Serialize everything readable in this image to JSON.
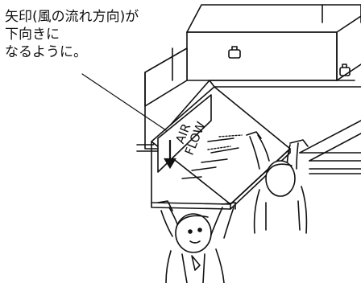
{
  "caption": {
    "line1": "矢印(風の流れ方向)が",
    "line2": "下向きに",
    "line3": "なるように。"
  },
  "filter_panel": {
    "arrow_icon": "down-arrow-icon",
    "label_line1": "AIR",
    "label_line2": "FLOW"
  },
  "colors": {
    "line": "#111111",
    "background": "#ffffff"
  }
}
